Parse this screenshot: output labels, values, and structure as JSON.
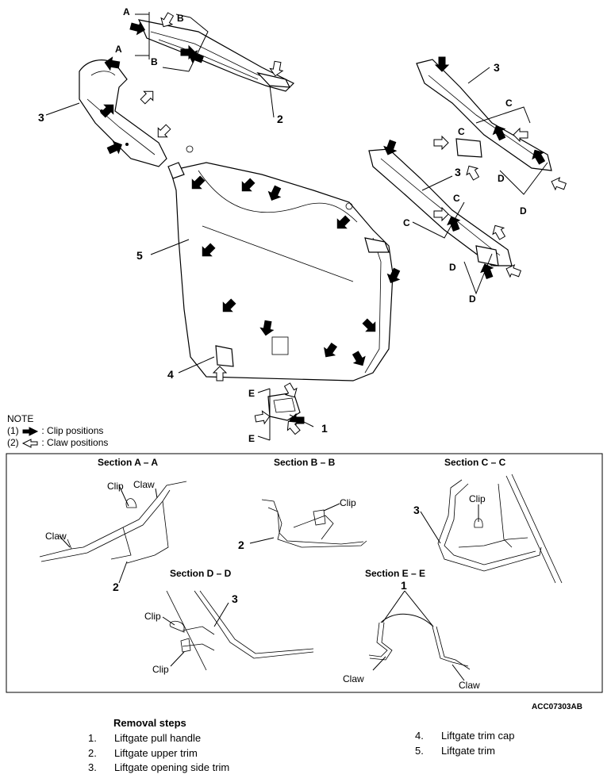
{
  "diagram": {
    "part_labels": {
      "upper_trim": "2",
      "side_trim_left": "3",
      "side_trim_right_top": "3",
      "side_trim_right_mid": "3",
      "main_trim": "5",
      "trim_cap": "4",
      "pull_handle": "1"
    },
    "section_markers": {
      "a_top": "A",
      "a_bottom": "A",
      "b_top": "B",
      "b_bottom": "B",
      "c_1": "C",
      "c_2": "C",
      "c_3": "C",
      "c_4": "C",
      "d_1": "D",
      "d_2": "D",
      "d_3": "D",
      "d_4": "D",
      "e_top": "E",
      "e_bottom": "E"
    }
  },
  "note": {
    "title": "NOTE",
    "item1_num": "(1)",
    "item1_text": ": Clip positions",
    "item2_num": "(2)",
    "item2_text": ": Claw positions"
  },
  "sections": {
    "aa": {
      "title": "Section A – A",
      "clip": "Clip",
      "claw_top": "Claw",
      "claw_left": "Claw",
      "part": "2"
    },
    "bb": {
      "title": "Section B – B",
      "clip": "Clip",
      "part": "2"
    },
    "cc": {
      "title": "Section C – C",
      "clip": "Clip",
      "part": "3"
    },
    "dd": {
      "title": "Section D – D",
      "clip_top": "Clip",
      "clip_bottom": "Clip",
      "part": "3"
    },
    "ee": {
      "title": "Section E – E",
      "part": "1",
      "claw_left": "Claw",
      "claw_right": "Claw"
    }
  },
  "figure_code": "ACC07303AB",
  "removal": {
    "title": "Removal steps",
    "steps_left": [
      {
        "num": "1.",
        "text": "Liftgate pull handle"
      },
      {
        "num": "2.",
        "text": "Liftgate upper trim"
      },
      {
        "num": "3.",
        "text": "Liftgate opening side trim"
      }
    ],
    "steps_right": [
      {
        "num": "4.",
        "text": "Liftgate trim cap"
      },
      {
        "num": "5.",
        "text": "Liftgate trim"
      }
    ]
  }
}
